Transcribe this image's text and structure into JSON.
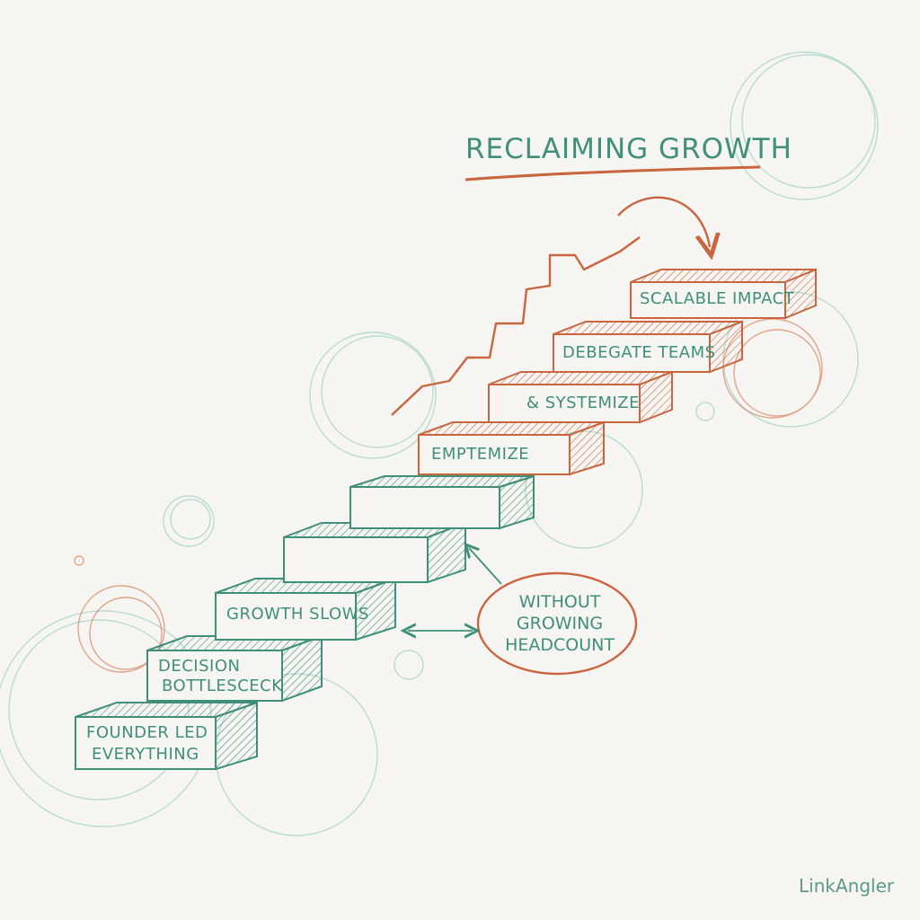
{
  "title": "RECLAIMING GROWTH",
  "steps_lower": [
    {
      "label_line1": "FOUNDER LED",
      "label_line2": "EVERYTHING"
    },
    {
      "label_line1": "DECISION",
      "label_line2": "BOTTLESCECK"
    },
    {
      "label_line1": "GROWTH SLOWS",
      "label_line2": ""
    },
    {
      "label_line1": "",
      "label_line2": ""
    },
    {
      "label_line1": "",
      "label_line2": ""
    }
  ],
  "steps_upper": [
    {
      "label": "EMPTEMIZE"
    },
    {
      "label": "& SYSTEMIZE"
    },
    {
      "label": "DEBEGATE TEAMS"
    },
    {
      "label": "SCALABLE IMPACT"
    }
  ],
  "callout": {
    "line1": "WITHOUT",
    "line2": "GROWING",
    "line3": "HEADCOUNT"
  },
  "brand": "LinkAngler",
  "colors": {
    "teal": "#3f8f7a",
    "orange": "#c9653f",
    "light_teal": "#a9d6c8",
    "paper": "#f6f5f1"
  }
}
